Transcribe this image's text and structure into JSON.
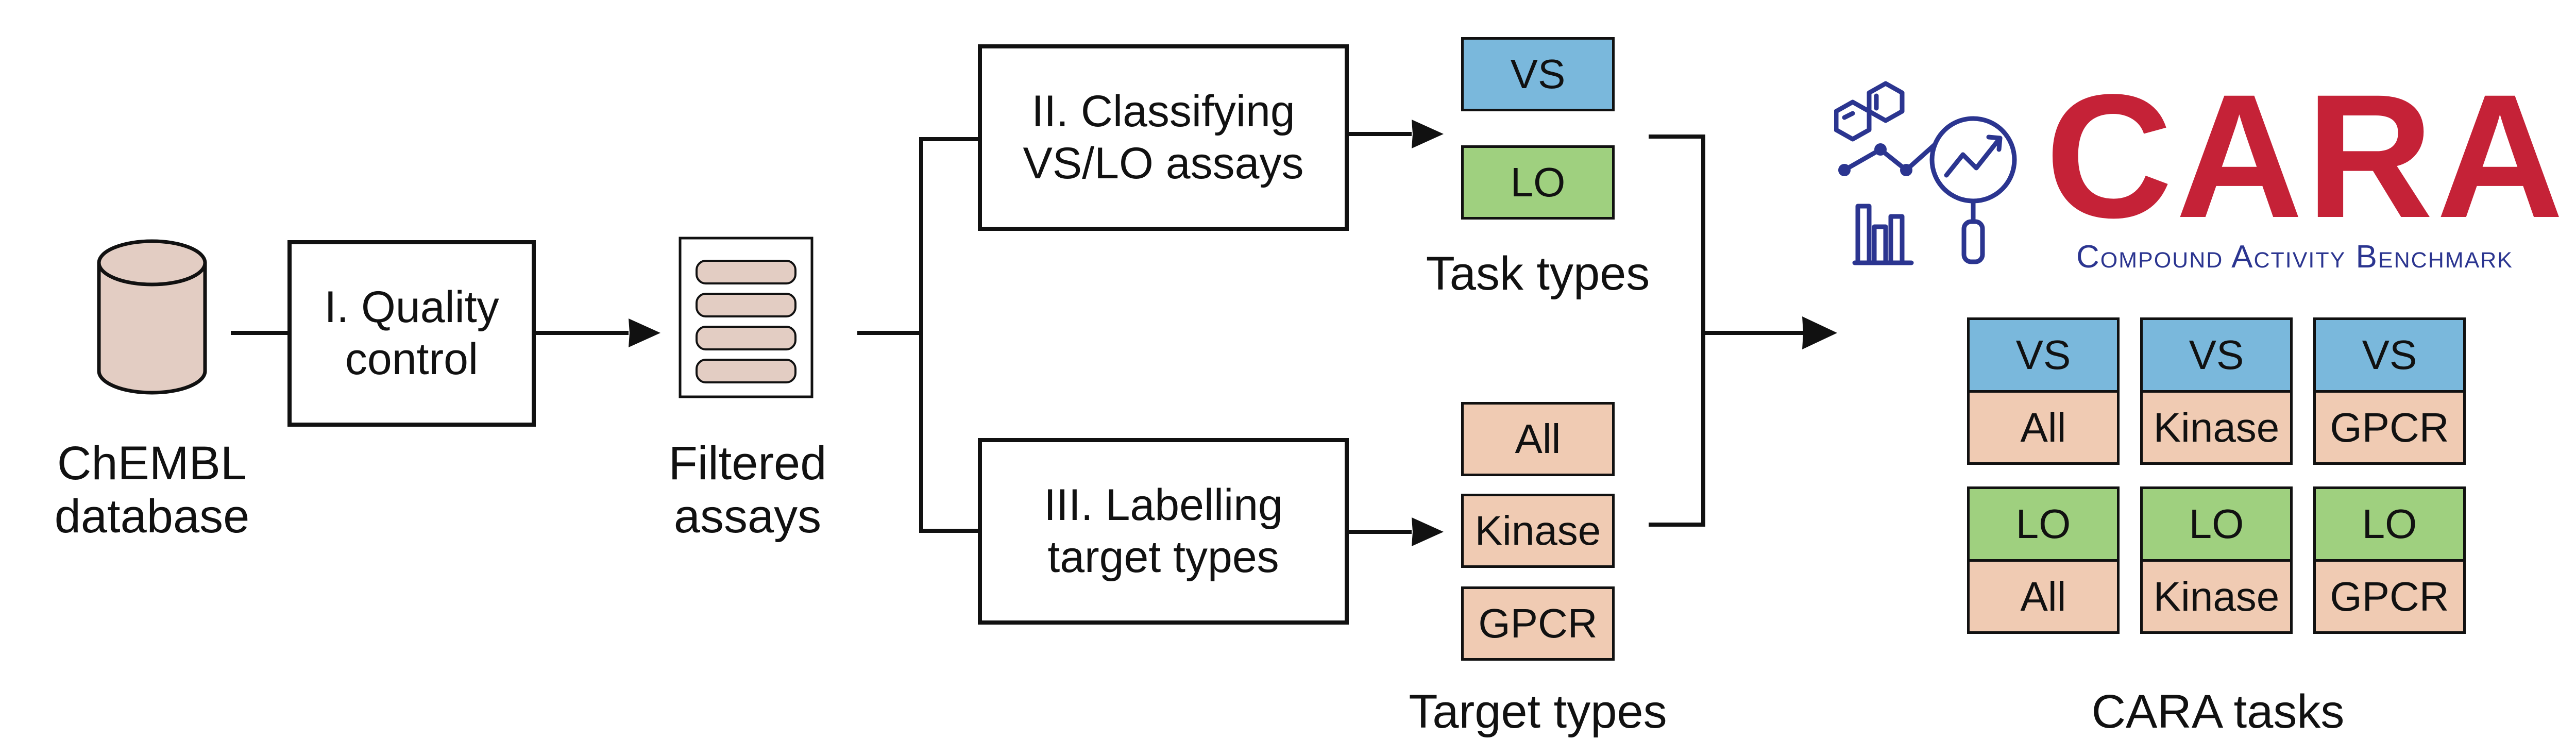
{
  "source": {
    "line1": "ChEMBL",
    "line2": "database"
  },
  "quality_control": {
    "line1": "I. Quality",
    "line2": "control"
  },
  "filtered": {
    "line1": "Filtered",
    "line2": "assays"
  },
  "classifying": {
    "line1": "II. Classifying",
    "line2": "VS/LO assays"
  },
  "labelling": {
    "line1": "III. Labelling",
    "line2": "target types"
  },
  "task_types": {
    "items": [
      "VS",
      "LO"
    ],
    "label": "Task types"
  },
  "target_types": {
    "items": [
      "All",
      "Kinase",
      "GPCR"
    ],
    "label": "Target types"
  },
  "logo": {
    "title": "CARA",
    "subtitle": "Compound Activity Benchmark"
  },
  "cara_tasks": {
    "label": "CARA tasks",
    "cards": [
      {
        "task": "VS",
        "target": "All"
      },
      {
        "task": "VS",
        "target": "Kinase"
      },
      {
        "task": "VS",
        "target": "GPCR"
      },
      {
        "task": "LO",
        "target": "All"
      },
      {
        "task": "LO",
        "target": "Kinase"
      },
      {
        "task": "LO",
        "target": "GPCR"
      }
    ]
  },
  "colors": {
    "vs": "#7ab8dc",
    "lo": "#9fd07f",
    "target": "#f0cbb3",
    "db": "#e3cdc3",
    "logo_red": "#c52237",
    "logo_blue": "#2b3590"
  }
}
